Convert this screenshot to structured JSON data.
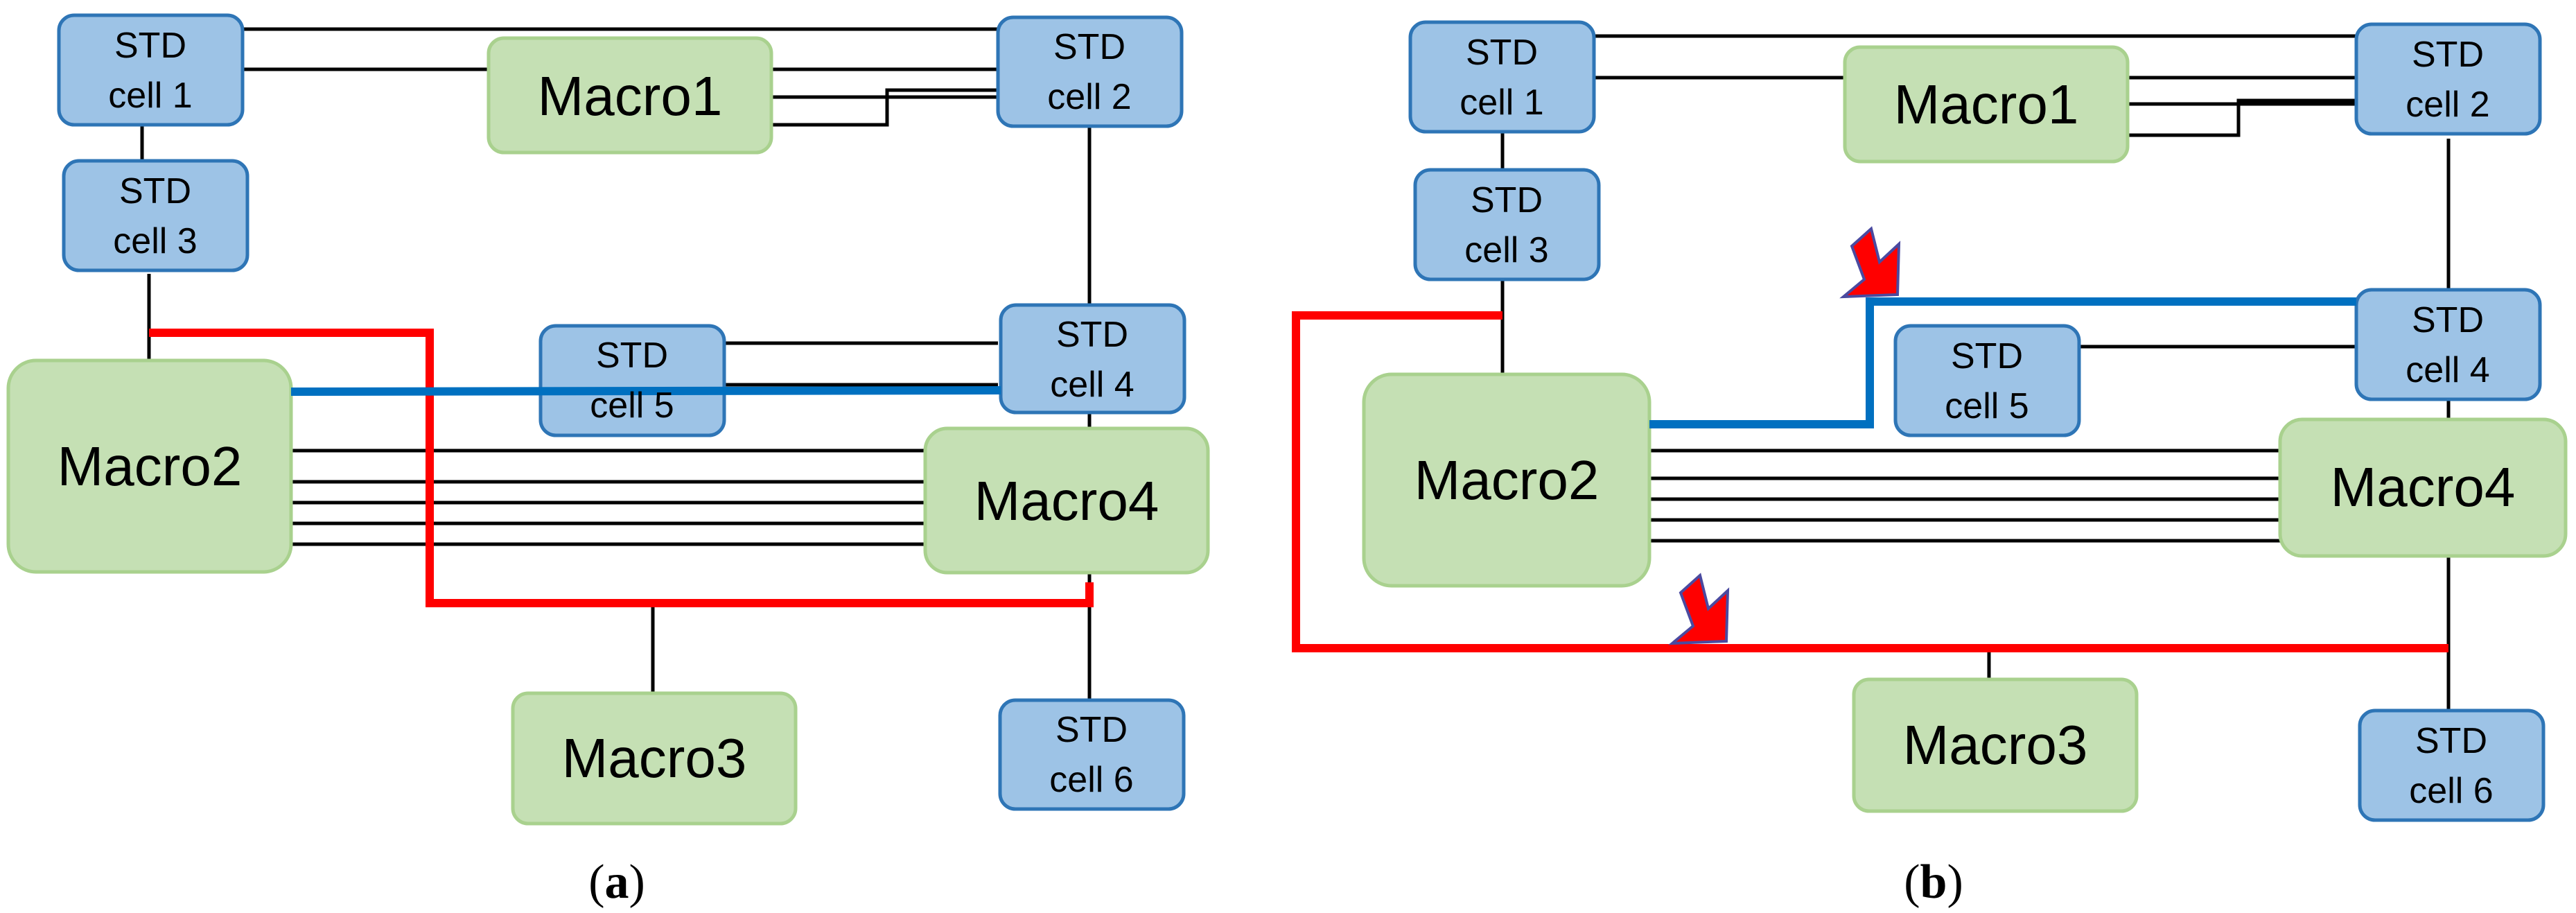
{
  "panel_a": {
    "caption_letter": "a",
    "cells": {
      "c1": [
        "STD",
        "cell 1"
      ],
      "c2": [
        "STD",
        "cell 2"
      ],
      "c3": [
        "STD",
        "cell 3"
      ],
      "c4": [
        "STD",
        "cell 4"
      ],
      "c5": [
        "STD",
        "cell 5"
      ],
      "c6": [
        "STD",
        "cell 6"
      ]
    },
    "macros": {
      "m1": "Macro1",
      "m2": "Macro2",
      "m3": "Macro3",
      "m4": "Macro4"
    }
  },
  "panel_b": {
    "caption_letter": "b",
    "cells": {
      "c1": [
        "STD",
        "cell 1"
      ],
      "c2": [
        "STD",
        "cell 2"
      ],
      "c3": [
        "STD",
        "cell 3"
      ],
      "c4": [
        "STD",
        "cell 4"
      ],
      "c5": [
        "STD",
        "cell 5"
      ],
      "c6": [
        "STD",
        "cell 6"
      ]
    },
    "macros": {
      "m1": "Macro1",
      "m2": "Macro2",
      "m3": "Macro3",
      "m4": "Macro4"
    }
  },
  "colors": {
    "cell_fill": "#9dc3e6",
    "cell_border": "#2e75b6",
    "macro_fill": "#c5e0b4",
    "macro_border": "#a9d18e",
    "highlight_red": "#ff0000",
    "highlight_blue": "#0070c0",
    "arrow_icon": "red-arrow-icon"
  }
}
